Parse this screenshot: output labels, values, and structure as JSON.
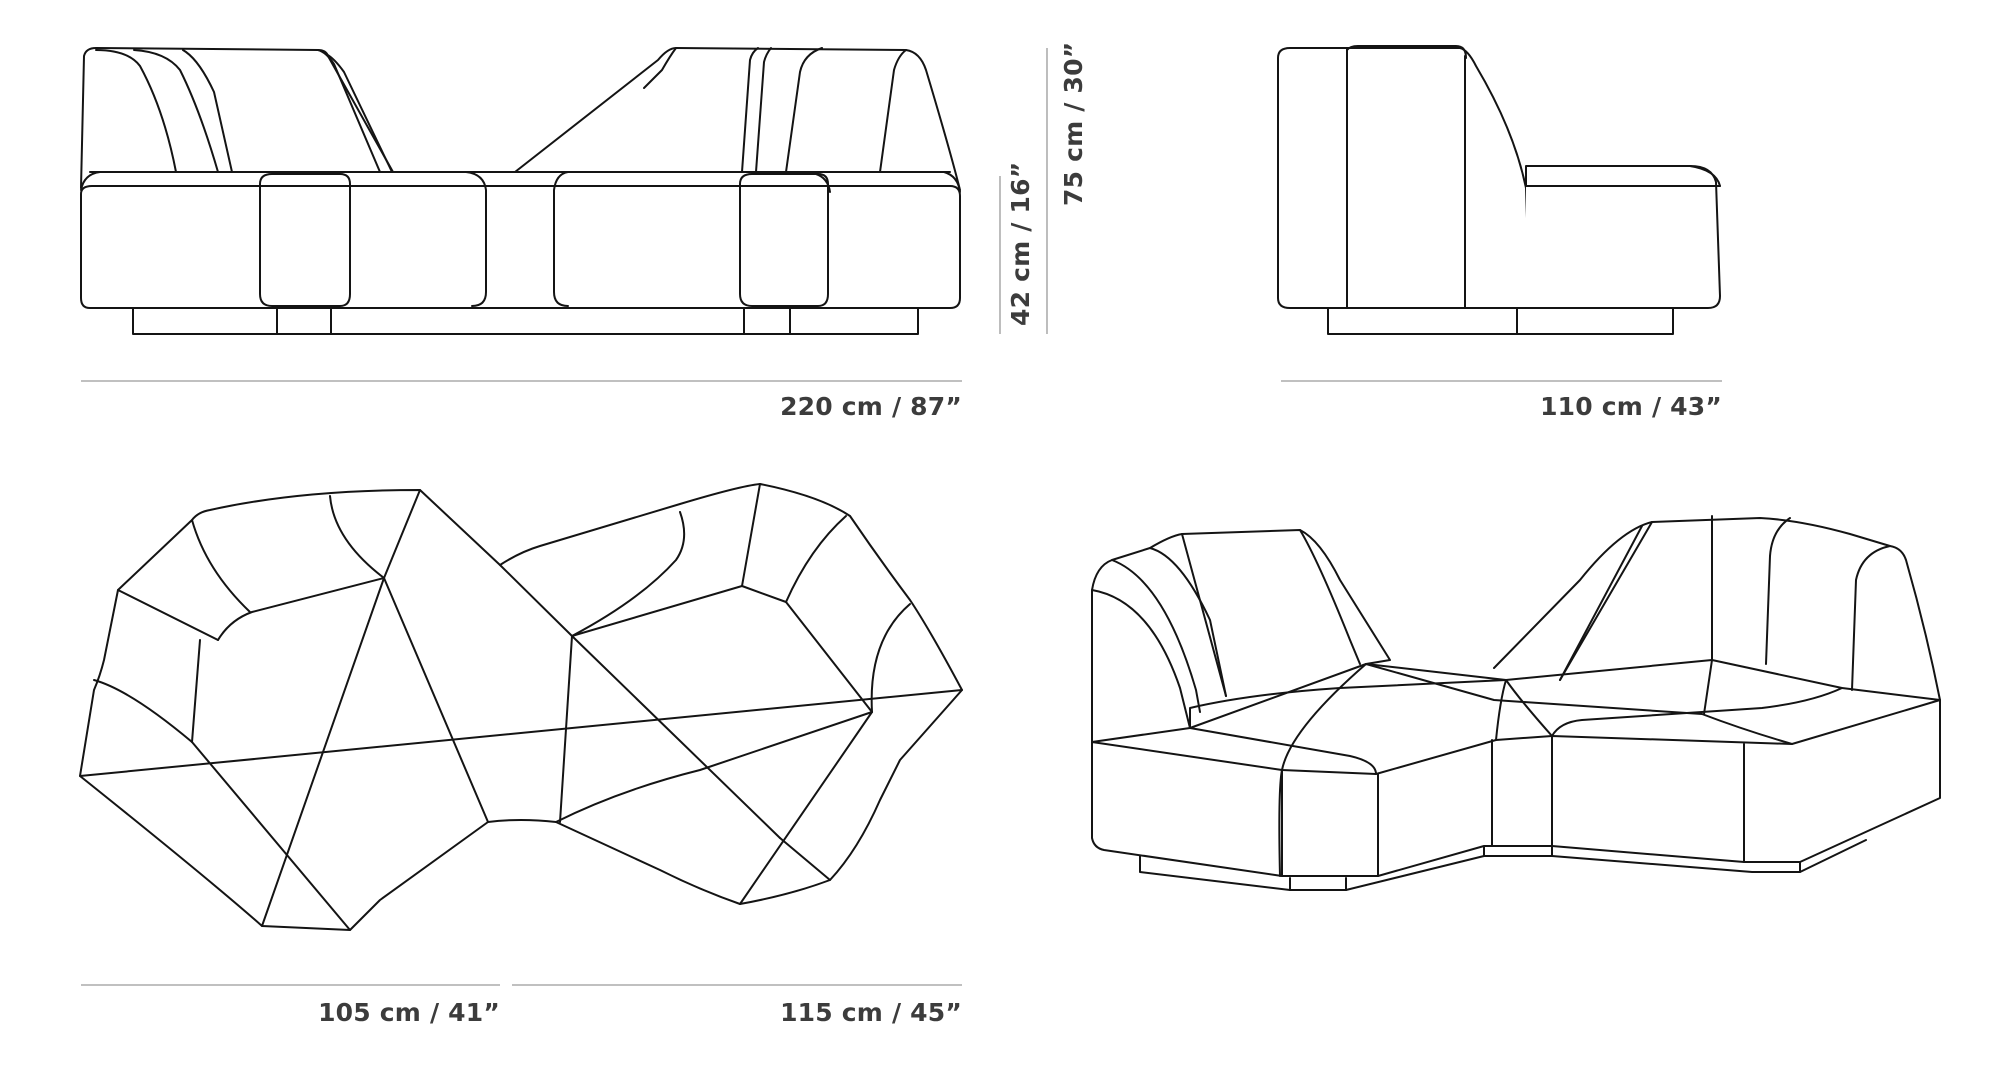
{
  "dimensions": {
    "front_width": "220 cm / 87”",
    "side_depth": "110 cm / 43”",
    "seat_height": "42 cm / 16”",
    "total_height": "75 cm / 30”",
    "plan_left_width": "105 cm / 41”",
    "plan_right_width": "115 cm / 45”"
  },
  "colors": {
    "line_art": "#141414",
    "dimension_line": "#9a9a9a",
    "dimension_text": "#3c3c3c",
    "background": "#ffffff"
  },
  "views": [
    "front-elevation",
    "side-elevation",
    "plan-view",
    "perspective-view"
  ]
}
